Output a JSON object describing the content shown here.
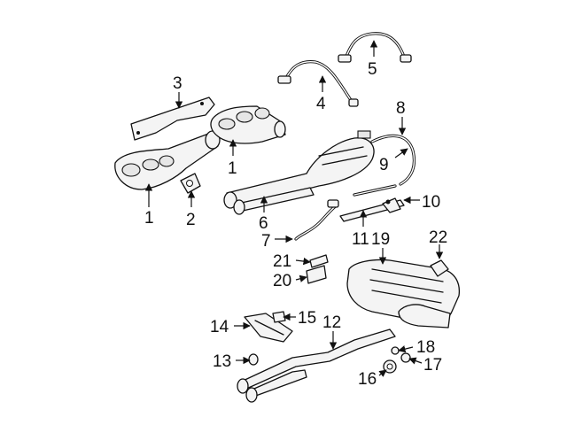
{
  "callouts": [
    {
      "id": "c1a",
      "label": "1"
    },
    {
      "id": "c1b",
      "label": "1"
    },
    {
      "id": "c2",
      "label": "2"
    },
    {
      "id": "c3",
      "label": "3"
    },
    {
      "id": "c4",
      "label": "4"
    },
    {
      "id": "c5",
      "label": "5"
    },
    {
      "id": "c6",
      "label": "6"
    },
    {
      "id": "c7",
      "label": "7"
    },
    {
      "id": "c8",
      "label": "8"
    },
    {
      "id": "c9",
      "label": "9"
    },
    {
      "id": "c10",
      "label": "10"
    },
    {
      "id": "c11",
      "label": "11"
    },
    {
      "id": "c12",
      "label": "12"
    },
    {
      "id": "c13",
      "label": "13"
    },
    {
      "id": "c14",
      "label": "14"
    },
    {
      "id": "c15",
      "label": "15"
    },
    {
      "id": "c16",
      "label": "16"
    },
    {
      "id": "c17",
      "label": "17"
    },
    {
      "id": "c18",
      "label": "18"
    },
    {
      "id": "c19",
      "label": "19"
    },
    {
      "id": "c20",
      "label": "20"
    },
    {
      "id": "c21",
      "label": "21"
    },
    {
      "id": "c22",
      "label": "22"
    }
  ]
}
